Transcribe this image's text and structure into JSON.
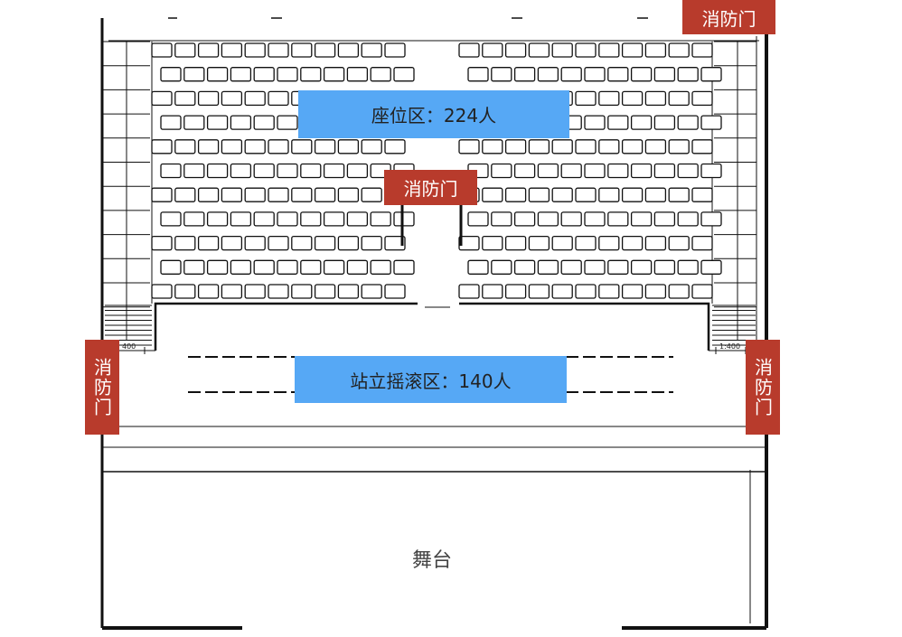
{
  "zones": {
    "seating_label": "座位区：224人",
    "standing_label": "站立摇滚区：140人",
    "stage_label": "舞台"
  },
  "exits": {
    "top_right": "消防门",
    "center": "消防门",
    "left": "消防门",
    "right": "消防门"
  },
  "dimensions": {
    "left": "400",
    "right": "1:400"
  },
  "colors": {
    "zone_fill": "#56a8f5",
    "exit_fill": "#b83b2c",
    "line": "#111111"
  },
  "seating": {
    "rows": 11,
    "left_block_seats": 11,
    "right_block_seats": 11
  }
}
